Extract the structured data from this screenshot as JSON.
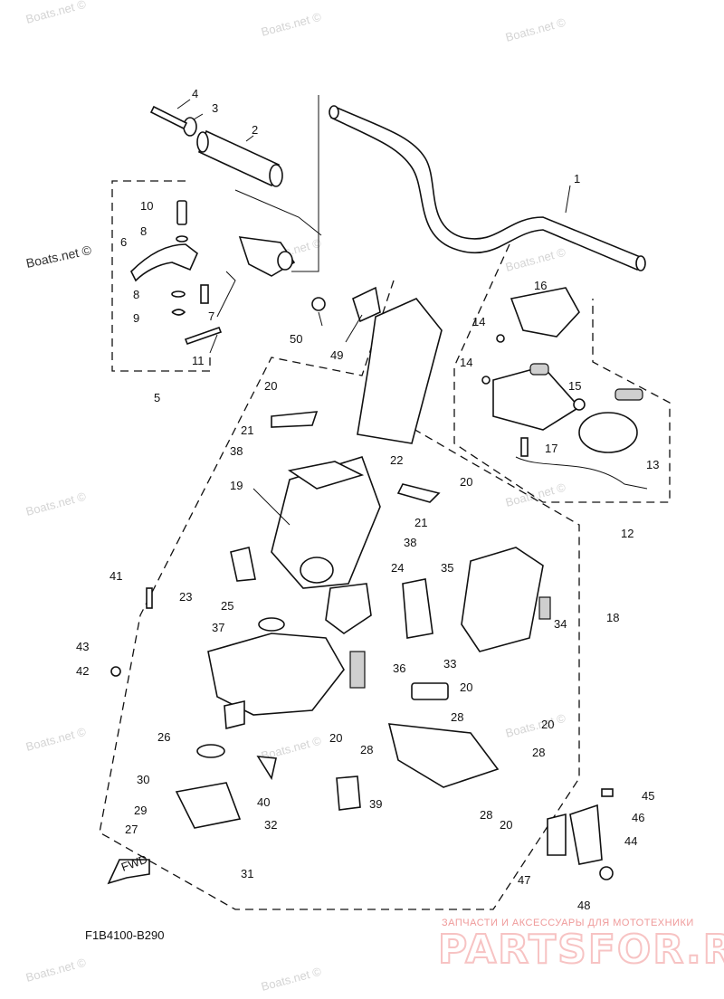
{
  "diagram_code": "F1B4100-B290",
  "direction_label": "FWD",
  "watermark": "Boats.net ©",
  "watermark_short": "Boats.net",
  "vendor": {
    "tagline": "ЗАПЧАСТИ И АКСЕССУАРЫ ДЛЯ МОТОТЕХНИКИ",
    "name": "PARTSFOR.RU"
  },
  "callouts": {
    "c1": "1",
    "c2": "2",
    "c3": "3",
    "c4": "4",
    "c5": "5",
    "c6": "6",
    "c7": "7",
    "c8a": "8",
    "c8b": "8",
    "c9": "9",
    "c10": "10",
    "c11": "11",
    "c12": "12",
    "c13": "13",
    "c14a": "14",
    "c14b": "14",
    "c15": "15",
    "c16": "16",
    "c17": "17",
    "c18": "18",
    "c19": "19",
    "c20a": "20",
    "c20b": "20",
    "c20c": "20",
    "c20d": "20",
    "c20e": "20",
    "c20f": "20",
    "c21a": "21",
    "c21b": "21",
    "c22": "22",
    "c23": "23",
    "c24": "24",
    "c25": "25",
    "c26": "26",
    "c27": "27",
    "c28a": "28",
    "c28b": "28",
    "c28c": "28",
    "c28d": "28",
    "c29": "29",
    "c30": "30",
    "c31": "31",
    "c32": "32",
    "c33": "33",
    "c34": "34",
    "c35": "35",
    "c36": "36",
    "c37": "37",
    "c38a": "38",
    "c38b": "38",
    "c39": "39",
    "c40": "40",
    "c41": "41",
    "c42": "42",
    "c43": "43",
    "c44": "44",
    "c45": "45",
    "c46": "46",
    "c47": "47",
    "c48": "48",
    "c49": "49",
    "c50": "50"
  }
}
